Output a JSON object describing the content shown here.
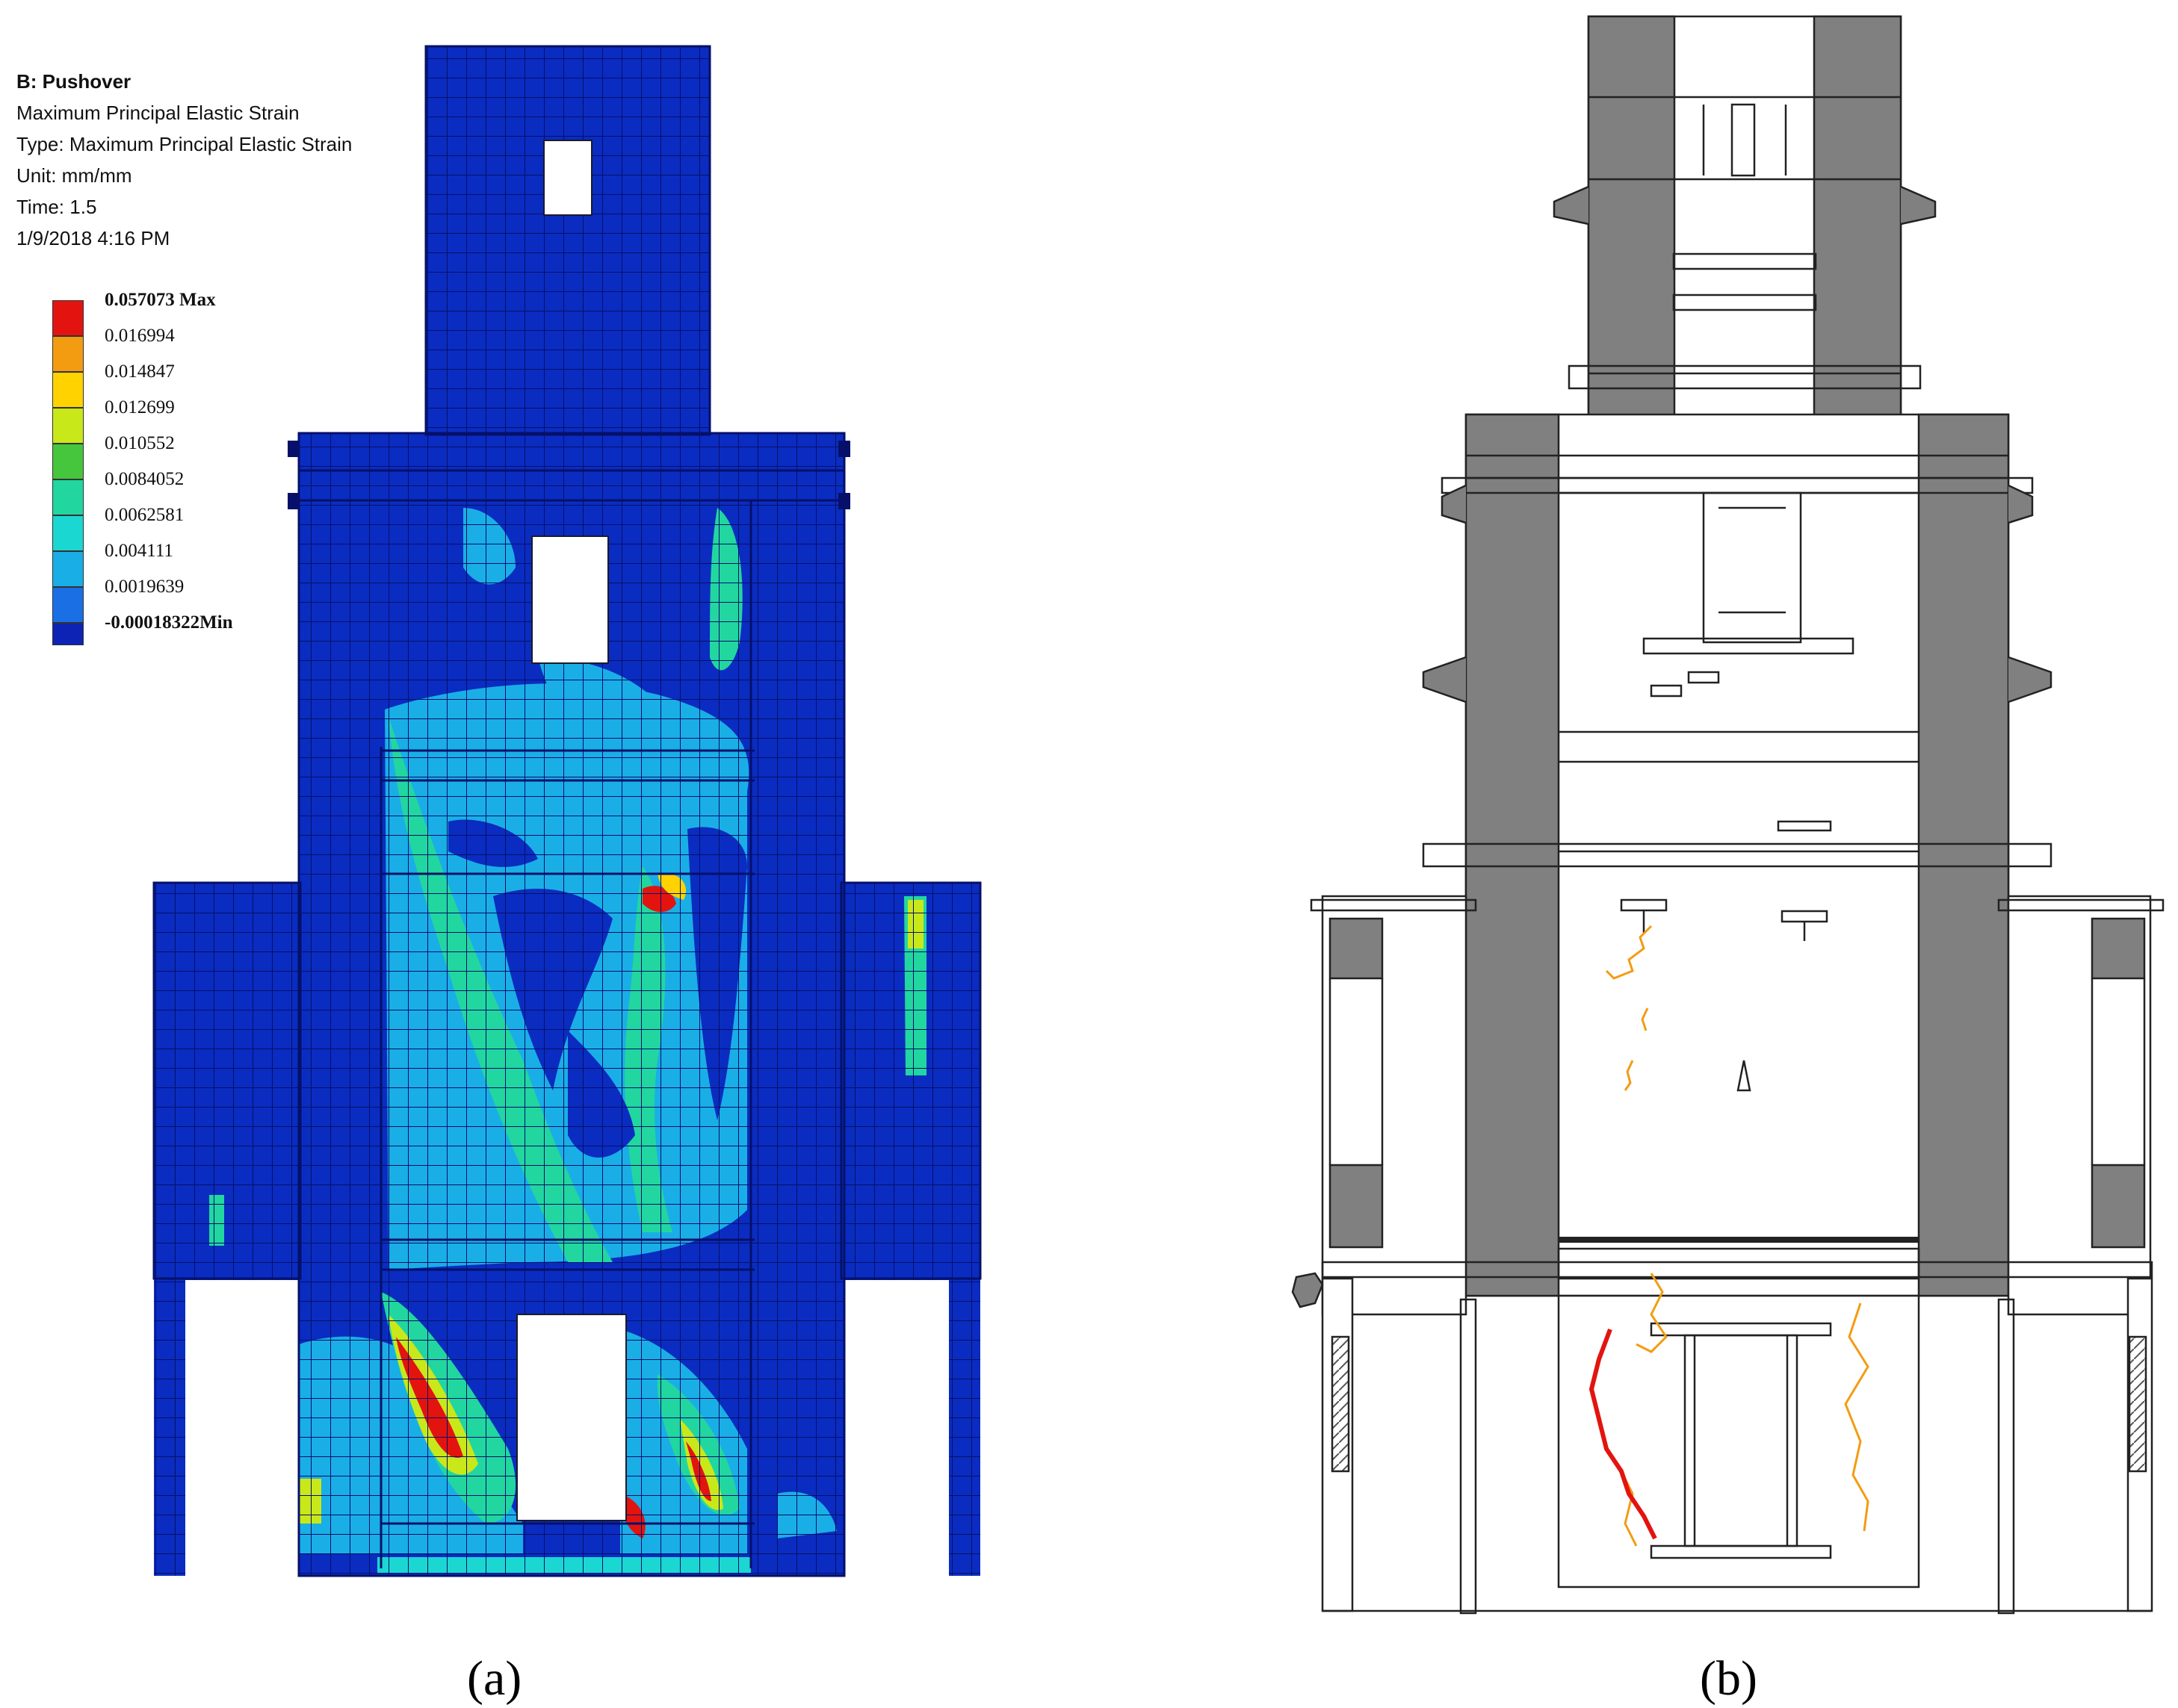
{
  "panel_a": {
    "header": {
      "title": "B: Pushover",
      "result": "Maximum Principal Elastic Strain",
      "type": "Type: Maximum Principal Elastic Strain",
      "unit": "Unit: mm/mm",
      "time": "Time: 1.5",
      "date": "1/9/2018 4:16 PM"
    },
    "legend": [
      {
        "label": "0.057073 Max",
        "color": "#e3140f"
      },
      {
        "label": "0.016994",
        "color": "#f39c12"
      },
      {
        "label": "0.014847",
        "color": "#ffd200"
      },
      {
        "label": "0.012699",
        "color": "#c9e81a"
      },
      {
        "label": "0.010552",
        "color": "#46c63c"
      },
      {
        "label": "0.0084052",
        "color": "#22d6a0"
      },
      {
        "label": "0.0062581",
        "color": "#1bd7d2"
      },
      {
        "label": "0.004111",
        "color": "#1aaee6"
      },
      {
        "label": "0.0019639",
        "color": "#1a6fe4"
      },
      {
        "label": "-0.00018322Min",
        "color": "#0d23b5"
      }
    ]
  },
  "captions": {
    "a": "(a)",
    "b": "(b)"
  }
}
